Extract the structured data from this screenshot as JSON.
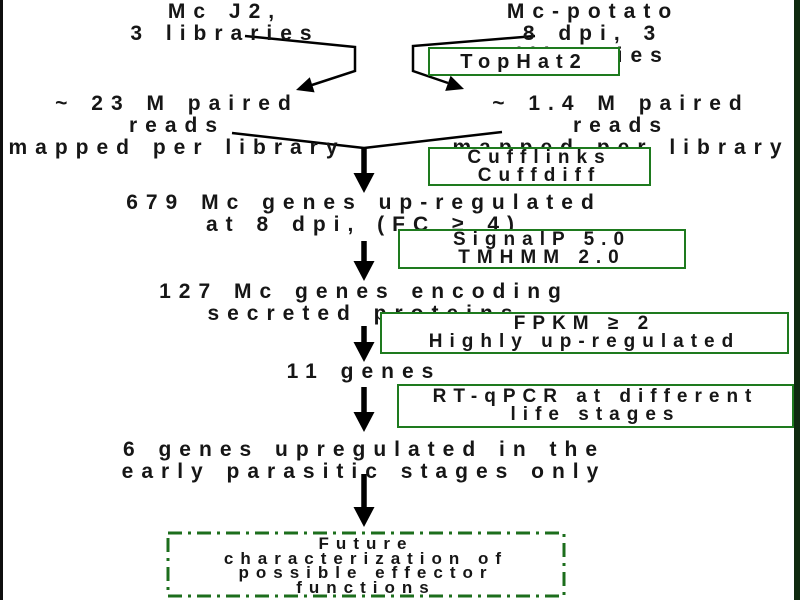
{
  "figure": {
    "type": "flowchart",
    "sources": {
      "left": "Mc J2,\n3 libraries",
      "right": "Mc-potato\n8 dpi, 3 libraries"
    },
    "mapping_results": {
      "left": "~ 23 M paired reads\nmapped per library",
      "right": "~ 1.4 M paired reads\nmapped per library"
    },
    "tools": {
      "tophat": "TopHat2",
      "cufflinks": "Cufflinks\nCuffdiff",
      "signalp": "SignalP 5.0\nTMHMM 2.0",
      "fpkm": "FPKM ≥ 2\nHighly up-regulated",
      "rtqpcr": "RT-qPCR at different\nlife stages"
    },
    "results": {
      "upregulated": "679 Mc genes up-regulated\nat 8 dpi, (FC ≥ 4)",
      "secreted": "127 Mc genes encoding\nsecreted proteins",
      "eleven": "11 genes",
      "six": "6 genes upregulated in the\nearly parasitic stages only"
    },
    "final": "Future\ncharacterization of\npossible effector\nfunctions",
    "colors": {
      "tool_box_border": "#1e7a1e",
      "final_box_border": "#1c6e1c",
      "text": "#161616",
      "arrow": "#000000"
    }
  }
}
